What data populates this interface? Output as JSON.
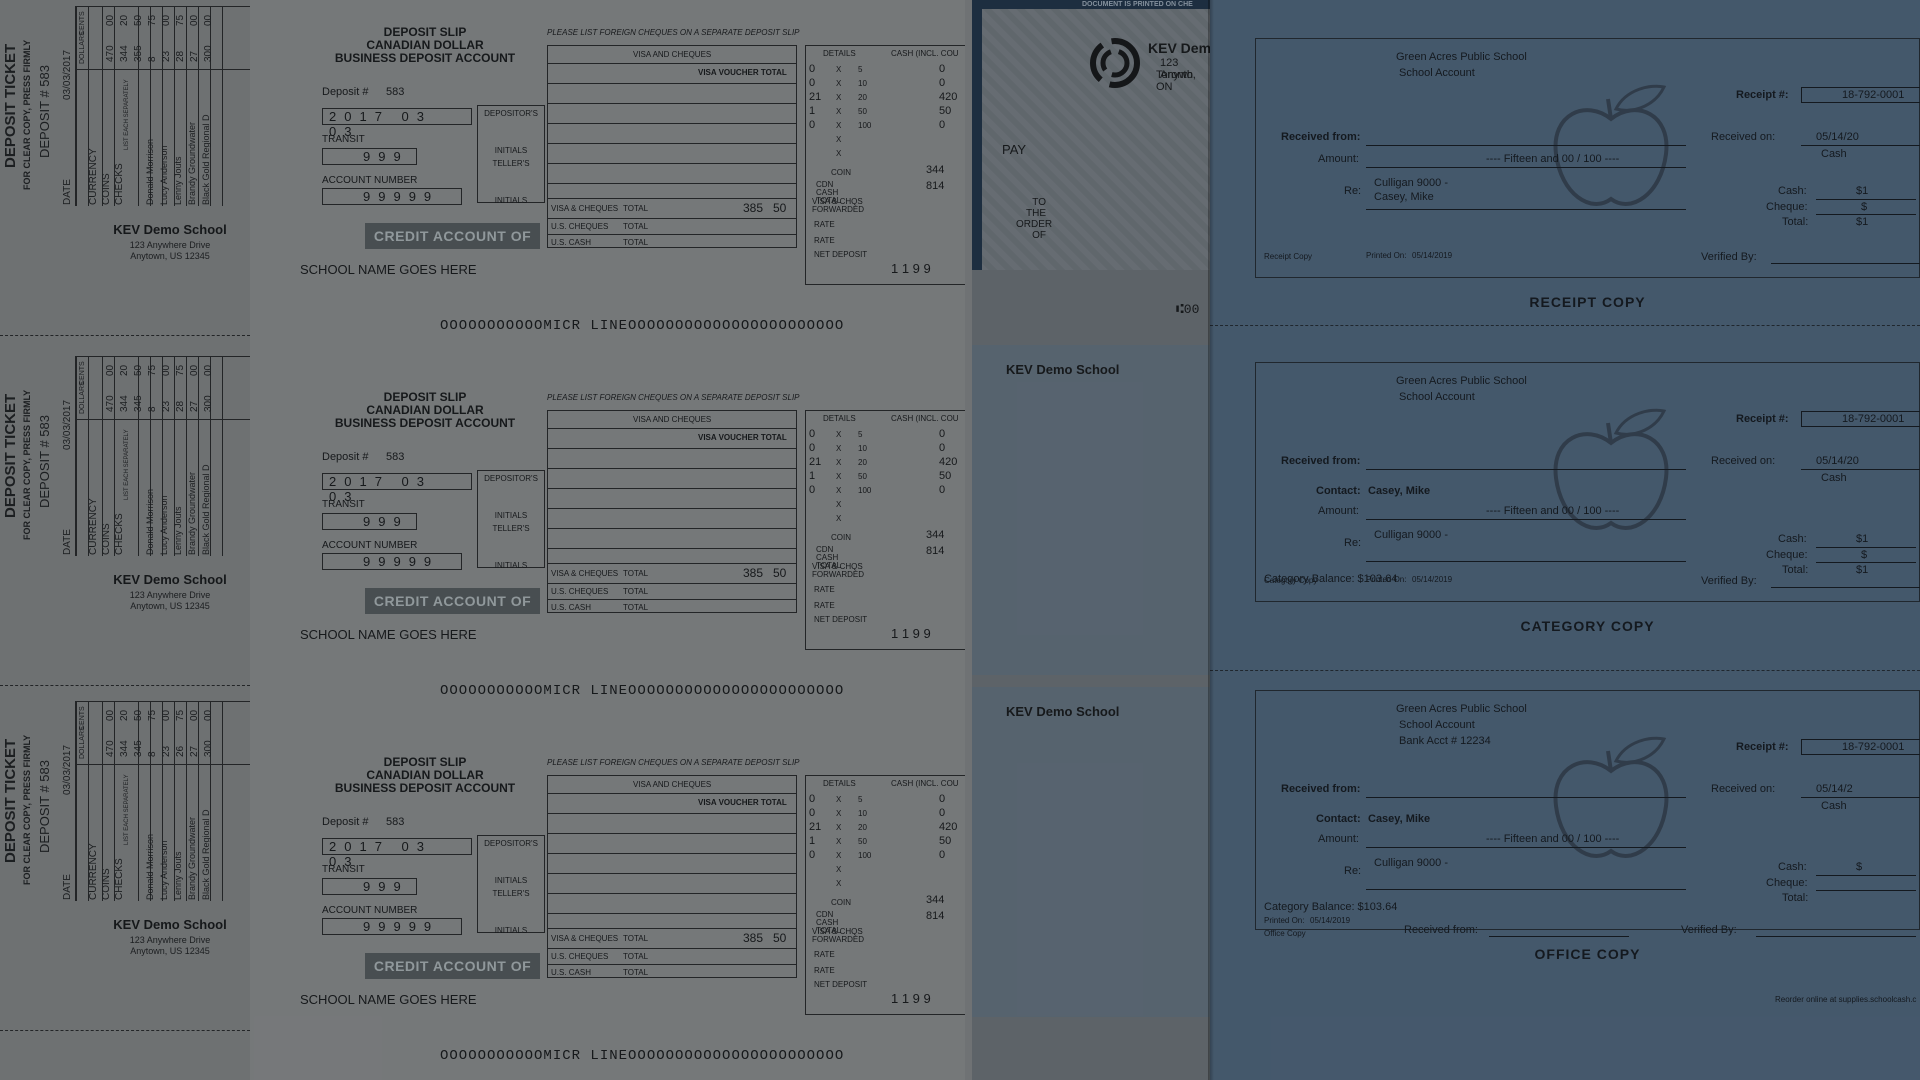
{
  "tickets": [
    {
      "title": "DEPOSIT TICKET",
      "press": "FOR CLEAR COPY, PRESS FIRMLY",
      "deposit": "DEPOSIT # 583",
      "date": "03/03/2017",
      "date_label": "DATE",
      "dollars_label": "DOLLARS",
      "cents_label": "CENTS",
      "labels": [
        "CURRENCY",
        "COINS",
        "CHECKS",
        "LIST EACH SEPARATELY"
      ],
      "names": [
        "Donald Morrison",
        "Lucy Anderson",
        "Lenny Jouts",
        "Brandy Groundwater",
        "Black Gold Regional D"
      ],
      "dollars": [
        "470",
        "344",
        "355",
        "8",
        "23",
        "28",
        "27",
        "300"
      ],
      "cents": [
        "00",
        "20",
        "50",
        "75",
        "00",
        "75",
        "00",
        "00"
      ],
      "school": "KEV Demo School",
      "addr1": "123 Anywhere Drive",
      "addr2": "Anytown, US 12345"
    },
    {
      "title": "DEPOSIT TICKET",
      "press": "FOR CLEAR COPY, PRESS FIRMLY",
      "deposit": "DEPOSIT # 583",
      "date": "03/03/2017",
      "date_label": "DATE",
      "dollars_label": "DOLLARS",
      "cents_label": "CENTS",
      "labels": [
        "CURRENCY",
        "COINS",
        "CHECKS",
        "LIST EACH SEPARATELY"
      ],
      "names": [
        "Donald Morrison",
        "Lucy Anderson",
        "Lenny Jouts",
        "Brandy Groundwater",
        "Black Gold Regional D"
      ],
      "dollars": [
        "470",
        "344",
        "345",
        "8",
        "23",
        "28",
        "27",
        "300"
      ],
      "cents": [
        "00",
        "20",
        "50",
        "75",
        "00",
        "75",
        "00",
        "00"
      ],
      "school": "KEV Demo School",
      "addr1": "123 Anywhere Drive",
      "addr2": "Anytown, US 12345"
    },
    {
      "title": "DEPOSIT TICKET",
      "press": "FOR CLEAR COPY, PRESS FIRMLY",
      "deposit": "DEPOSIT # 583",
      "date": "03/03/2017",
      "date_label": "DATE",
      "dollars_label": "DOLLARS",
      "cents_label": "CENTS",
      "labels": [
        "CURRENCY",
        "COINS",
        "CHECKS",
        "LIST EACH SEPARATELY"
      ],
      "names": [
        "Donald Morrison",
        "Lucy Anderson",
        "Lenny Jouts",
        "Brandy Groundwater",
        "Black Gold Regional D"
      ],
      "dollars": [
        "470",
        "344",
        "345",
        "8",
        "23",
        "26",
        "27",
        "300"
      ],
      "cents": [
        "00",
        "20",
        "50",
        "75",
        "00",
        "75",
        "00",
        "00"
      ],
      "school": "KEV Demo School",
      "addr1": "123 Anywhere Drive",
      "addr2": "Anytown, US 12345"
    }
  ],
  "slip": {
    "header": [
      "DEPOSIT SLIP",
      "CANADIAN DOLLAR",
      "BUSINESS DEPOSIT ACCOUNT"
    ],
    "deposit_label": "Deposit #",
    "deposit_no": "583",
    "date_digits": "2017 03 03",
    "transit_label": "TRANSIT",
    "transit": "999",
    "account_label": "ACCOUNT NUMBER",
    "account": "99999",
    "depositors": "DEPOSITOR'S",
    "initials": "INITIALS",
    "teller": "TELLER'S",
    "initials2": "INITIALS",
    "credit": "CREDIT ACCOUNT OF",
    "school_name": "SCHOOL NAME GOES HERE",
    "micr": "OOOOOOOOOOOMICR LINEOOOOOOOOOOOOOOOOOOOOOOO",
    "foreign": "PLEASE LIST FOREIGN CHEQUES ON A SEPARATE DEPOSIT SLIP",
    "visa_cheques": "VISA AND CHEQUES",
    "visa_voucher_total": "VISA VOUCHER TOTAL",
    "visa_cheques_total": "VISA & CHEQUES",
    "us_cheques": "U.S. CHEQUES",
    "us_cash": "U.S. CASH",
    "total": "TOTAL",
    "total_value": "385",
    "total_cents": "50",
    "details": "DETAILS",
    "cash_incl": "CASH (INCL. COU",
    "detail_rows": [
      {
        "qty": "0",
        "denom": "5",
        "amt": "0"
      },
      {
        "qty": "0",
        "denom": "10",
        "amt": "0"
      },
      {
        "qty": "21",
        "denom": "20",
        "amt": "420"
      },
      {
        "qty": "1",
        "denom": "50",
        "amt": "50"
      },
      {
        "qty": "0",
        "denom": "100",
        "amt": "0"
      }
    ],
    "x": "X",
    "coin": "COIN",
    "coin_value": "344",
    "cdn_cash_total": "CDN CASH TOTAL",
    "cdn_value": "814",
    "visa_fwd": "VISA & CHQS FORWARDED",
    "rate": "RATE",
    "net_deposit": "NET DEPOSIT",
    "net_value": "1 1 9 9"
  },
  "cheque": {
    "topbar": "DOCUMENT IS PRINTED ON CHE",
    "org": "KEV Dem",
    "addr1": "123 Anywh",
    "addr2": "Toronto, ON",
    "pay": "PAY",
    "to_the_order_of": [
      "TO",
      "THE",
      "ORDER",
      "OF"
    ],
    "micr_fragment": "⑆00",
    "school1": "KEV Demo School",
    "school2": "KEV Demo School"
  },
  "receipts": [
    {
      "org1": "Green Acres Public School",
      "org2": "School Account",
      "org3": "",
      "receipt_label": "Receipt #:",
      "receipt_no": "18-792-0001",
      "received_from": "Received from:",
      "contact_label": "",
      "contact": "",
      "amount_label": "Amount:",
      "amount": "---- Fifteen and 00 / 100 ----",
      "re_label": "Re:",
      "re1": "Culligan 9000 -",
      "re2": "Casey, Mike",
      "received_on": "Received on:",
      "date": "05/14/20",
      "cash_word": "Cash",
      "cash_label": "Cash:",
      "cash_val": "$1",
      "cheque_label": "Cheque:",
      "cheque_val": "$",
      "total_label": "Total:",
      "total_val": "$1",
      "category_balance": "",
      "copy_small": "Receipt Copy",
      "printed_on": "Printed On:",
      "printed_date": "05/14/2019",
      "verified_by": "Verified By:",
      "footer_received_from": "",
      "title": "RECEIPT COPY"
    },
    {
      "org1": "Green Acres Public School",
      "org2": "School Account",
      "org3": "",
      "receipt_label": "Receipt #:",
      "receipt_no": "18-792-0001",
      "received_from": "Received from:",
      "contact_label": "Contact:",
      "contact": "Casey, Mike",
      "amount_label": "Amount:",
      "amount": "---- Fifteen and 00 / 100 ----",
      "re_label": "Re:",
      "re1": "Culligan 9000 -",
      "re2": "",
      "received_on": "Received on:",
      "date": "05/14/20",
      "cash_word": "Cash",
      "cash_label": "Cash:",
      "cash_val": "$1",
      "cheque_label": "Cheque:",
      "cheque_val": "$",
      "total_label": "Total:",
      "total_val": "$1",
      "category_balance": "Category Balance: $103.64",
      "copy_small": "Category Copy",
      "printed_on": "Printed On:",
      "printed_date": "05/14/2019",
      "verified_by": "Verified By:",
      "footer_received_from": "",
      "title": "CATEGORY COPY"
    },
    {
      "org1": "Green Acres Public School",
      "org2": "School Account",
      "org3": "Bank Acct # 12234",
      "receipt_label": "Receipt #:",
      "receipt_no": "18-792-0001",
      "received_from": "Received from:",
      "contact_label": "Contact:",
      "contact": "Casey, Mike",
      "amount_label": "Amount:",
      "amount": "---- Fifteen and 00 / 100 ----",
      "re_label": "Re:",
      "re1": "Culligan 9000 -",
      "re2": "",
      "received_on": "Received on:",
      "date": "05/14/2",
      "cash_word": "Cash",
      "cash_label": "Cash:",
      "cash_val": "$",
      "cheque_label": "Cheque:",
      "cheque_val": "",
      "total_label": "Total:",
      "total_val": "",
      "category_balance": "Category Balance: $103.64",
      "copy_small": "Office Copy",
      "printed_on": "Printed On:",
      "printed_date": "05/14/2019",
      "verified_by": "Verified By:",
      "footer_received_from": "Received from:",
      "title": "OFFICE COPY"
    }
  ],
  "reorder": "Reorder online at supplies.schoolcash.c"
}
